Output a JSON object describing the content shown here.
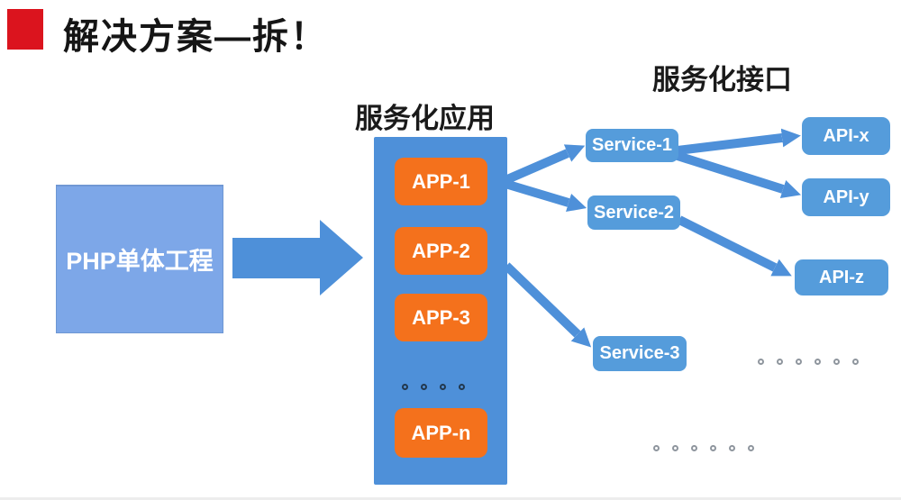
{
  "slide": {
    "title": "解决方案—拆！"
  },
  "monolith": {
    "label": "PHP单体工程"
  },
  "app_group": {
    "heading": "服务化应用",
    "apps": [
      "APP-1",
      "APP-2",
      "APP-3",
      "APP-n"
    ]
  },
  "service_group": {
    "services": [
      "Service-1",
      "Service-2",
      "Service-3"
    ]
  },
  "api_group": {
    "heading": "服务化接口",
    "apis": [
      "API-x",
      "API-y",
      "API-z"
    ]
  },
  "ellipsis": {
    "app_dots_count": 4,
    "service_dots_count": 6,
    "api_dots_count": 6
  },
  "colors": {
    "accent_red": "#DB141E",
    "container_blue": "#4E90D9",
    "node_blue": "#559CDB",
    "app_orange": "#F4711C",
    "monolith_fill": "#7DA7E8",
    "arrow_blue": "#4E90D9",
    "title_text": "#151515",
    "node_text": "#FFFFFF"
  }
}
